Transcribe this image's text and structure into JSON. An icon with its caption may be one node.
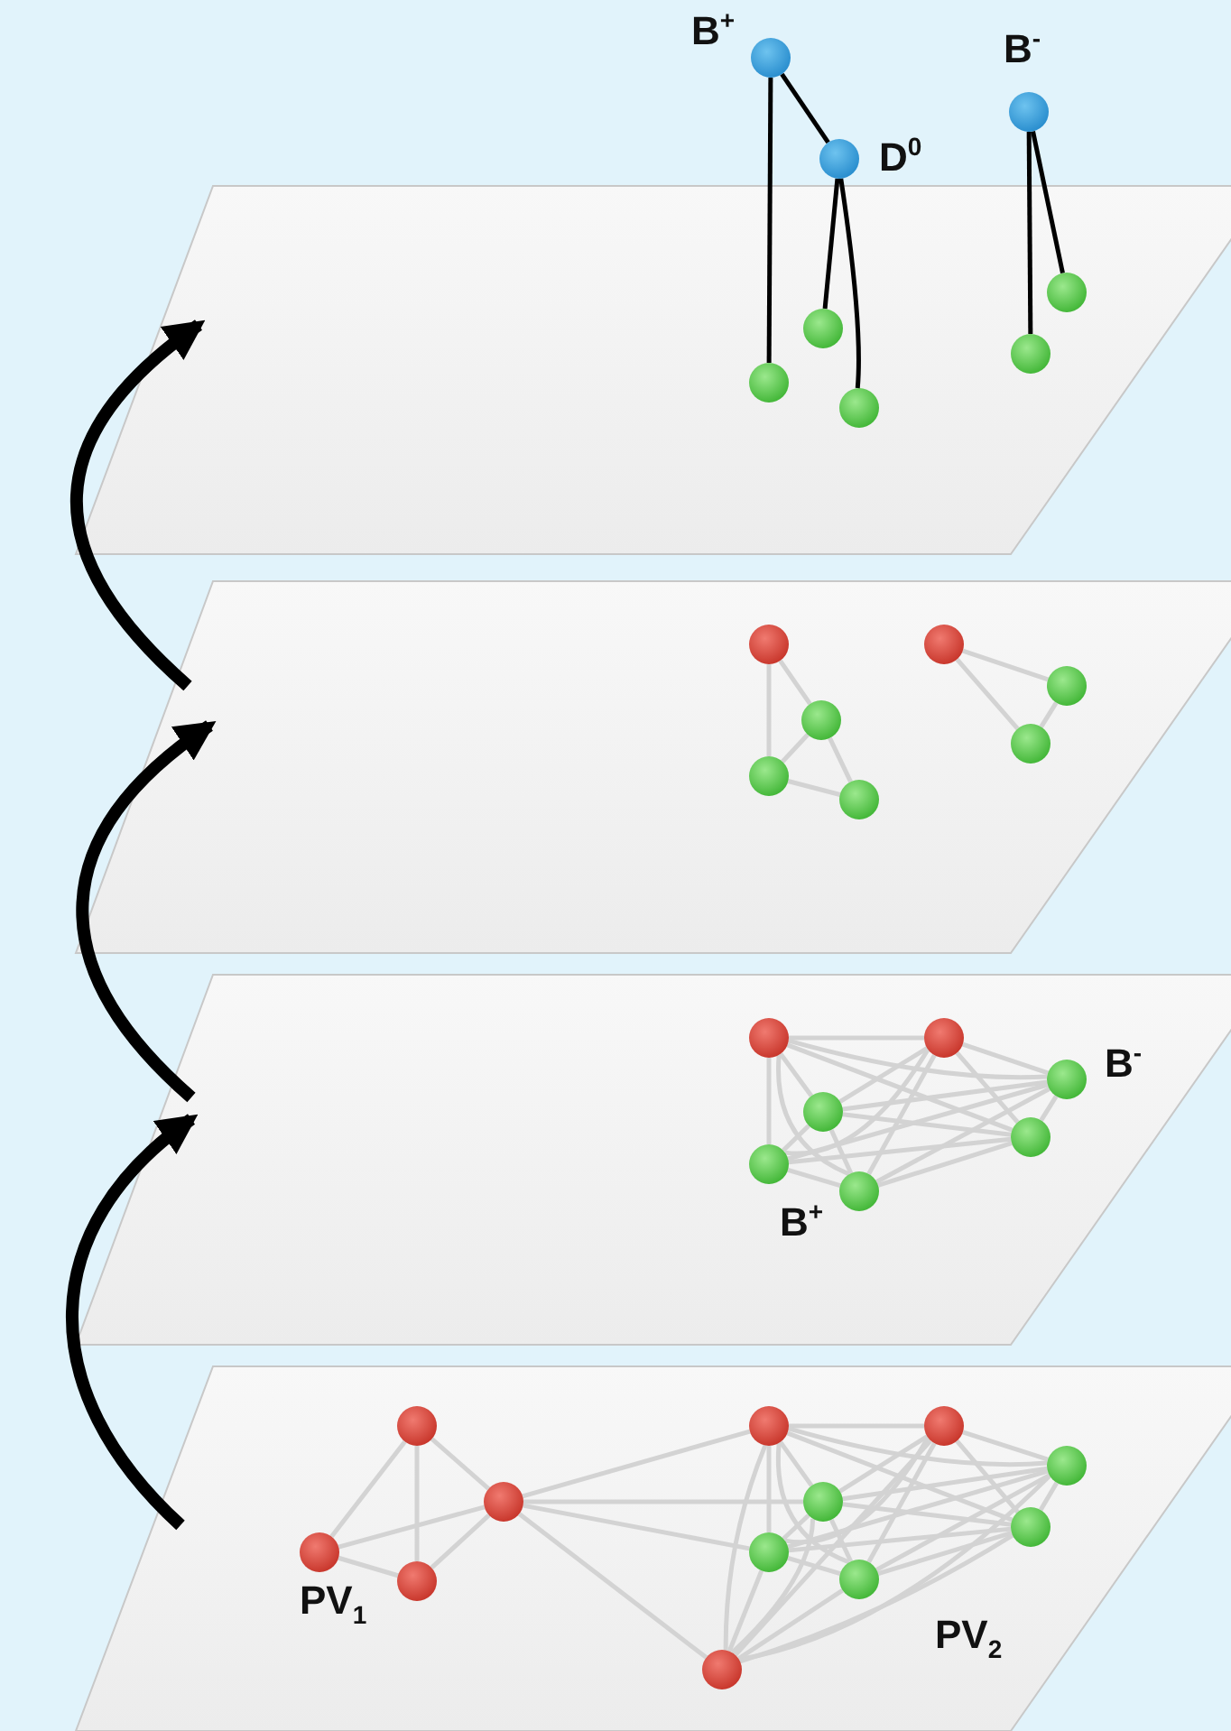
{
  "diagram": {
    "nodes": [
      {
        "text": [],
        "shape": "circle",
        "beside": [
          "B$^{+}$"
        ]
      },
      {
        "text": [],
        "shape": "circle",
        "beside": [
          "D$^{0}$"
        ]
      },
      {
        "text": [],
        "shape": "circle",
        "beside": [
          "B$^{-}$"
        ]
      },
      {
        "text": [],
        "shape": "parallelogram"
      },
      {
        "text": [],
        "shape": "circle",
        "in": 3
      },
      {
        "text": [],
        "shape": "circle",
        "in": 3
      },
      {
        "text": [],
        "shape": "circle",
        "in": 3
      },
      {
        "text": [],
        "shape": "circle",
        "in": 3
      },
      {
        "text": [],
        "shape": "circle",
        "in": 3
      },
      {
        "text": [],
        "shape": "parallelogram"
      },
      {
        "text": [],
        "shape": "circle",
        "in": 9
      },
      {
        "text": [],
        "shape": "circle",
        "in": 9
      },
      {
        "text": [],
        "shape": "circle",
        "in": 9
      },
      {
        "text": [],
        "shape": "circle",
        "in": 9
      },
      {
        "text": [],
        "shape": "circle",
        "in": 9
      },
      {
        "text": [],
        "shape": "circle",
        "in": 9
      },
      {
        "text": [],
        "shape": "circle",
        "in": 9
      },
      {
        "text": [],
        "shape": "parallelogram"
      },
      {
        "text": [],
        "shape": "circle",
        "in": 17
      },
      {
        "text": [],
        "shape": "circle",
        "in": 17
      },
      {
        "text": [],
        "shape": "circle",
        "in": 17
      },
      {
        "text": [],
        "shape": "circle",
        "in": 17
      },
      {
        "text": [],
        "shape": "circle",
        "in": 17
      },
      {
        "text": [],
        "shape": "circle",
        "in": 17
      },
      {
        "text": [],
        "shape": "circle",
        "in": 17
      },
      {
        "text": [],
        "shape": "parallelogram"
      },
      {
        "text": [],
        "shape": "circle",
        "in": 25
      },
      {
        "text": [],
        "shape": "circle",
        "in": 25
      },
      {
        "text": [],
        "shape": "circle",
        "in": 25
      },
      {
        "text": [],
        "shape": "circle",
        "in": 25
      },
      {
        "text": [],
        "shape": "circle",
        "in": 25
      },
      {
        "text": [],
        "shape": "circle",
        "in": 25
      },
      {
        "text": [],
        "shape": "circle",
        "in": 25
      },
      {
        "text": [],
        "shape": "circle",
        "in": 25
      },
      {
        "text": [],
        "shape": "circle",
        "in": 25
      },
      {
        "text": [],
        "shape": "circle",
        "in": 25
      },
      {
        "text": [],
        "shape": "circle",
        "in": 25
      },
      {
        "text": [],
        "shape": "circle",
        "in": 25
      }
    ],
    "edges": [
      {
        "from": 0,
        "to": 1,
        "arrow": "none",
        "color": "#000000"
      },
      {
        "from": 0,
        "to": 7,
        "arrow": "none",
        "color": "#000000"
      },
      {
        "from": 1,
        "to": 5,
        "arrow": "none",
        "color": "#000000"
      },
      {
        "from": 1,
        "to": 8,
        "arrow": "none",
        "color": "#000000"
      },
      {
        "from": 2,
        "to": 6,
        "arrow": "none",
        "color": "#000000"
      },
      {
        "from": 2,
        "to": 4,
        "arrow": "none",
        "color": "#000000"
      },
      {
        "from": 10,
        "to": 13,
        "arrow": "none"
      },
      {
        "from": 10,
        "to": 15,
        "arrow": "none"
      },
      {
        "from": 13,
        "to": 15,
        "arrow": "none"
      },
      {
        "from": 13,
        "to": 16,
        "arrow": "none"
      },
      {
        "from": 15,
        "to": 16,
        "arrow": "none"
      },
      {
        "from": 11,
        "to": 12,
        "arrow": "none"
      },
      {
        "from": 11,
        "to": 14,
        "arrow": "none"
      },
      {
        "from": 12,
        "to": 14,
        "arrow": "none"
      },
      {
        "from": 18,
        "to": 19,
        "arrow": "none"
      },
      {
        "from": 18,
        "to": 20,
        "arrow": "none"
      },
      {
        "from": 18,
        "to": 21,
        "arrow": "none"
      },
      {
        "from": 18,
        "to": 22,
        "arrow": "none"
      },
      {
        "from": 18,
        "to": 23,
        "arrow": "none"
      },
      {
        "from": 18,
        "to": 24,
        "arrow": "none"
      },
      {
        "from": 19,
        "to": 20,
        "arrow": "none"
      },
      {
        "from": 19,
        "to": 21,
        "arrow": "none"
      },
      {
        "from": 19,
        "to": 22,
        "arrow": "none"
      },
      {
        "from": 19,
        "to": 23,
        "arrow": "none"
      },
      {
        "from": 19,
        "to": 24,
        "arrow": "none"
      },
      {
        "from": 20,
        "to": 21,
        "arrow": "none"
      },
      {
        "from": 20,
        "to": 22,
        "arrow": "none"
      },
      {
        "from": 20,
        "to": 23,
        "arrow": "none"
      },
      {
        "from": 20,
        "to": 24,
        "arrow": "none"
      },
      {
        "from": 21,
        "to": 22,
        "arrow": "none"
      },
      {
        "from": 21,
        "to": 23,
        "arrow": "none"
      },
      {
        "from": 21,
        "to": 24,
        "arrow": "none"
      },
      {
        "from": 22,
        "to": 23,
        "arrow": "none"
      },
      {
        "from": 22,
        "to": 24,
        "arrow": "none"
      },
      {
        "from": 23,
        "to": 24,
        "arrow": "none"
      },
      {
        "from": 26,
        "to": 33,
        "arrow": "none"
      },
      {
        "from": 26,
        "to": 36,
        "arrow": "none"
      },
      {
        "from": 26,
        "to": 30,
        "arrow": "none"
      },
      {
        "from": 33,
        "to": 36,
        "arrow": "none"
      },
      {
        "from": 33,
        "to": 30,
        "arrow": "none"
      },
      {
        "from": 36,
        "to": 30,
        "arrow": "none"
      },
      {
        "from": 30,
        "to": 27,
        "arrow": "none"
      },
      {
        "from": 30,
        "to": 31,
        "arrow": "none"
      },
      {
        "from": 30,
        "to": 34,
        "arrow": "none"
      },
      {
        "from": 30,
        "to": 37,
        "arrow": "none"
      },
      {
        "from": 27,
        "to": 28,
        "arrow": "none"
      },
      {
        "from": 27,
        "to": 29,
        "arrow": "none"
      },
      {
        "from": 27,
        "to": 31,
        "arrow": "none"
      },
      {
        "from": 27,
        "to": 32,
        "arrow": "none"
      },
      {
        "from": 27,
        "to": 34,
        "arrow": "none"
      },
      {
        "from": 27,
        "to": 35,
        "arrow": "none"
      },
      {
        "from": 27,
        "to": 37,
        "arrow": "none"
      },
      {
        "from": 28,
        "to": 29,
        "arrow": "none"
      },
      {
        "from": 28,
        "to": 31,
        "arrow": "none"
      },
      {
        "from": 28,
        "to": 32,
        "arrow": "none"
      },
      {
        "from": 28,
        "to": 34,
        "arrow": "none"
      },
      {
        "from": 28,
        "to": 35,
        "arrow": "none"
      },
      {
        "from": 28,
        "to": 37,
        "arrow": "none"
      },
      {
        "from": 29,
        "to": 31,
        "arrow": "none"
      },
      {
        "from": 29,
        "to": 32,
        "arrow": "none"
      },
      {
        "from": 29,
        "to": 34,
        "arrow": "none"
      },
      {
        "from": 29,
        "to": 35,
        "arrow": "none"
      },
      {
        "from": 29,
        "to": 37,
        "arrow": "none"
      },
      {
        "from": 31,
        "to": 32,
        "arrow": "none"
      },
      {
        "from": 31,
        "to": 34,
        "arrow": "none"
      },
      {
        "from": 31,
        "to": 35,
        "arrow": "none"
      },
      {
        "from": 31,
        "to": 37,
        "arrow": "none"
      },
      {
        "from": 32,
        "to": 34,
        "arrow": "none"
      },
      {
        "from": 32,
        "to": 35,
        "arrow": "none"
      },
      {
        "from": 32,
        "to": 37,
        "arrow": "none"
      },
      {
        "from": 34,
        "to": 35,
        "arrow": "none"
      },
      {
        "from": 34,
        "to": 37,
        "arrow": "none"
      },
      {
        "from": 35,
        "to": 37,
        "arrow": "none"
      },
      {
        "from": 25,
        "to": 17,
        "arrow": "to",
        "style": "thick",
        "color": "#000000"
      },
      {
        "from": 17,
        "to": 9,
        "arrow": "to",
        "style": "thick",
        "color": "#000000"
      },
      {
        "from": 9,
        "to": 3,
        "arrow": "to",
        "style": "thick",
        "color": "#000000"
      }
    ],
    "labels": [
      "B$^{-}$",
      "B$^{+}$",
      "PV$_{1}$",
      "PV$_{2}$"
    ]
  }
}
